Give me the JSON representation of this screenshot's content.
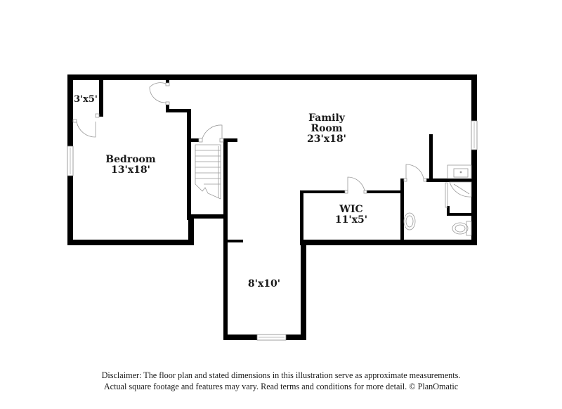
{
  "floor_plan": {
    "rooms": [
      {
        "id": "closet",
        "name": "",
        "dimensions": "3'x5'"
      },
      {
        "id": "bedroom",
        "name": "Bedroom",
        "dimensions": "13'x18'"
      },
      {
        "id": "family-room",
        "name_line1": "Family",
        "name_line2": "Room",
        "dimensions": "23'x18'"
      },
      {
        "id": "wic",
        "name": "WIC",
        "dimensions": "11'x5'"
      },
      {
        "id": "unnamed-room",
        "name": "",
        "dimensions": "8'x10'"
      }
    ],
    "fixtures": [
      "stairs",
      "bathroom-sink",
      "shower",
      "toilet",
      "vanity-sink"
    ],
    "colors": {
      "wall": "#000000",
      "fixture": "#999999",
      "background": "#ffffff"
    }
  },
  "disclaimer": {
    "line1": "Disclaimer: The floor plan and stated dimensions in this illustration serve as approximate measurements.",
    "line2": "Actual square footage and features may vary. Read terms and conditions for more detail. © PlanOmatic"
  }
}
